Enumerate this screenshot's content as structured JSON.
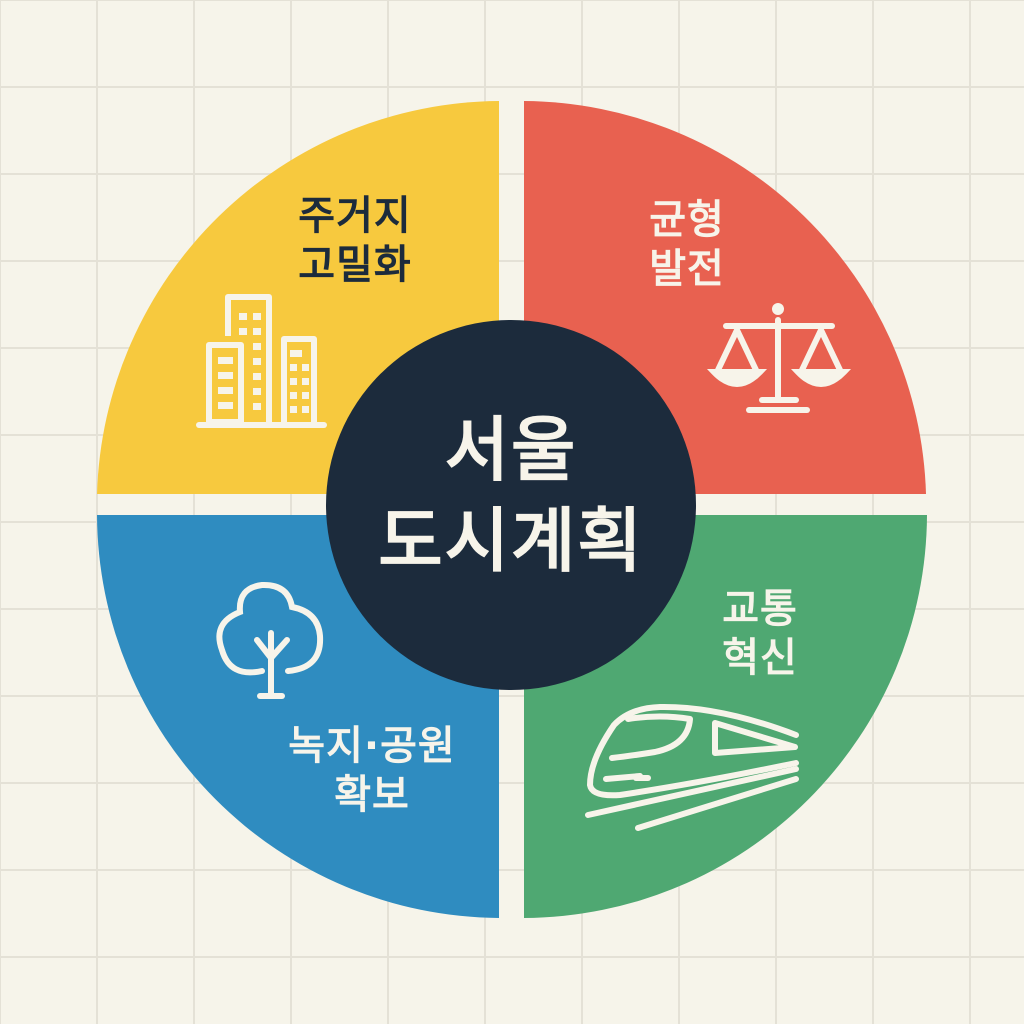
{
  "title": {
    "line1": "서울",
    "line2": "도시계획"
  },
  "segments": [
    {
      "id": "housing",
      "position": "top-left",
      "line1": "주거지",
      "line2": "고밀화",
      "icon": "buildings-icon",
      "color": "#f7c93e",
      "text_color": "#1c2b3c"
    },
    {
      "id": "balance",
      "position": "top-right",
      "line1": "균형",
      "line2": "발전",
      "icon": "scales-icon",
      "color": "#e86150",
      "text_color": "#f7f4ea"
    },
    {
      "id": "transport",
      "position": "bottom-right",
      "line1": "교통",
      "line2": "혁신",
      "icon": "train-icon",
      "color": "#4fa872",
      "text_color": "#f7f4ea"
    },
    {
      "id": "green",
      "position": "bottom-left",
      "line1": "녹지·공원",
      "line2": "확보",
      "icon": "tree-icon",
      "color": "#2f8cc0",
      "text_color": "#f7f4ea"
    }
  ],
  "colors": {
    "background": "#f6f4ea",
    "grid": "#e4e1d6",
    "center": "#1c2b3c",
    "icon_stroke": "#f7f4ea"
  }
}
